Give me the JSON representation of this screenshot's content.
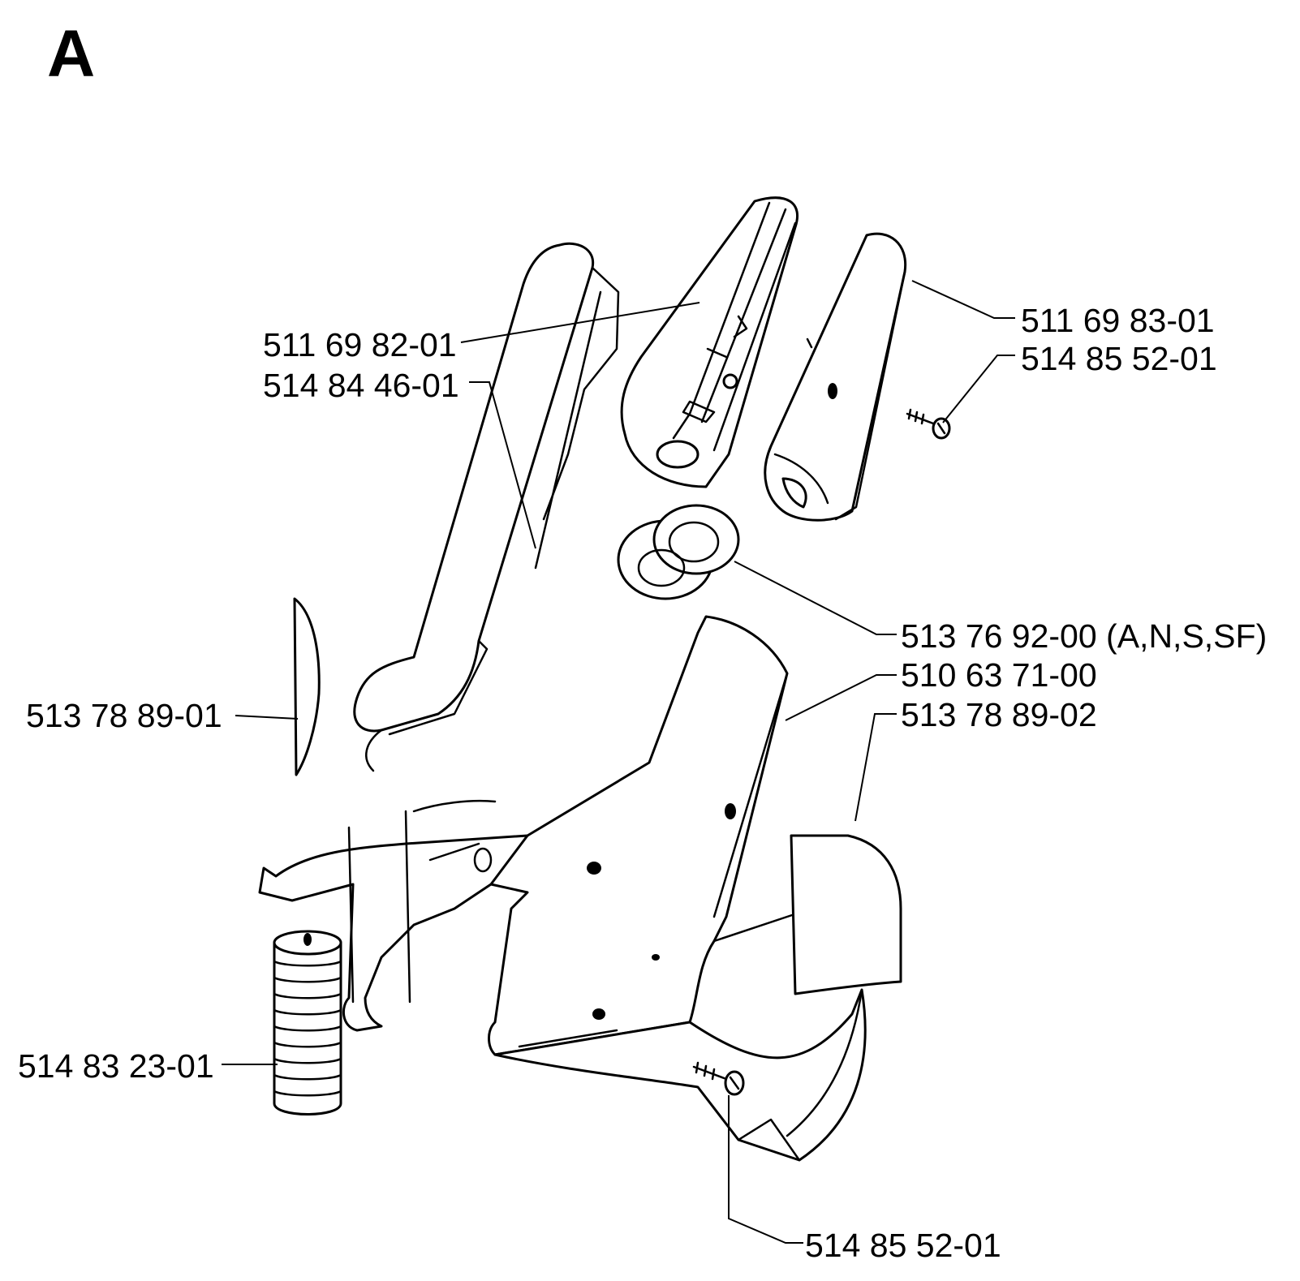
{
  "section_letter": "A",
  "part_labels": {
    "p1": "511 69 82-01",
    "p2": "514 84 46-01",
    "p3": "511 69 83-01",
    "p4": "514 85 52-01",
    "p5": "513 76 92-00 (A,N,S,SF)",
    "p6": "510 63 71-00",
    "p7": "513 78 89-02",
    "p8": "513 78 89-01",
    "p9": "514 83 23-01",
    "p10": "514 85 52-01"
  }
}
